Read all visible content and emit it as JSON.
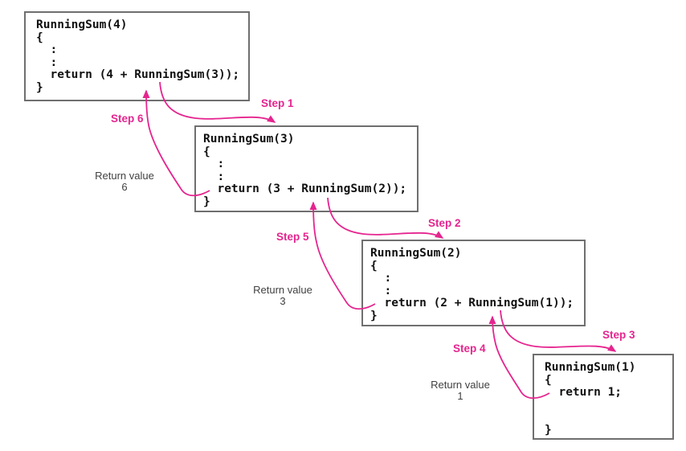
{
  "colors": {
    "accent": "#e5258f",
    "box_border": "#6f6f6f",
    "code_text": "#111111",
    "label_text": "#414141"
  },
  "boxes": [
    {
      "name": "runningsum-4",
      "lines": [
        "RunningSum(4)",
        "{",
        "  :",
        "  :",
        "  return (4 + RunningSum(3));",
        "}"
      ]
    },
    {
      "name": "runningsum-3",
      "lines": [
        "RunningSum(3)",
        "{",
        "  :",
        "  :",
        "  return (3 + RunningSum(2));",
        "}"
      ]
    },
    {
      "name": "runningsum-2",
      "lines": [
        "RunningSum(2)",
        "{",
        "  :",
        "  :",
        "  return (2 + RunningSum(1));",
        "}"
      ]
    },
    {
      "name": "runningsum-1",
      "lines": [
        "RunningSum(1)",
        "{",
        "  return 1;",
        "",
        "",
        "}"
      ]
    }
  ],
  "steps": [
    {
      "label": "Step 1"
    },
    {
      "label": "Step 2"
    },
    {
      "label": "Step 3"
    },
    {
      "label": "Step 4"
    },
    {
      "label": "Step 5"
    },
    {
      "label": "Step 6"
    }
  ],
  "returns": [
    {
      "label": "Return value",
      "value": "6"
    },
    {
      "label": "Return value",
      "value": "3"
    },
    {
      "label": "Return value",
      "value": "1"
    }
  ]
}
